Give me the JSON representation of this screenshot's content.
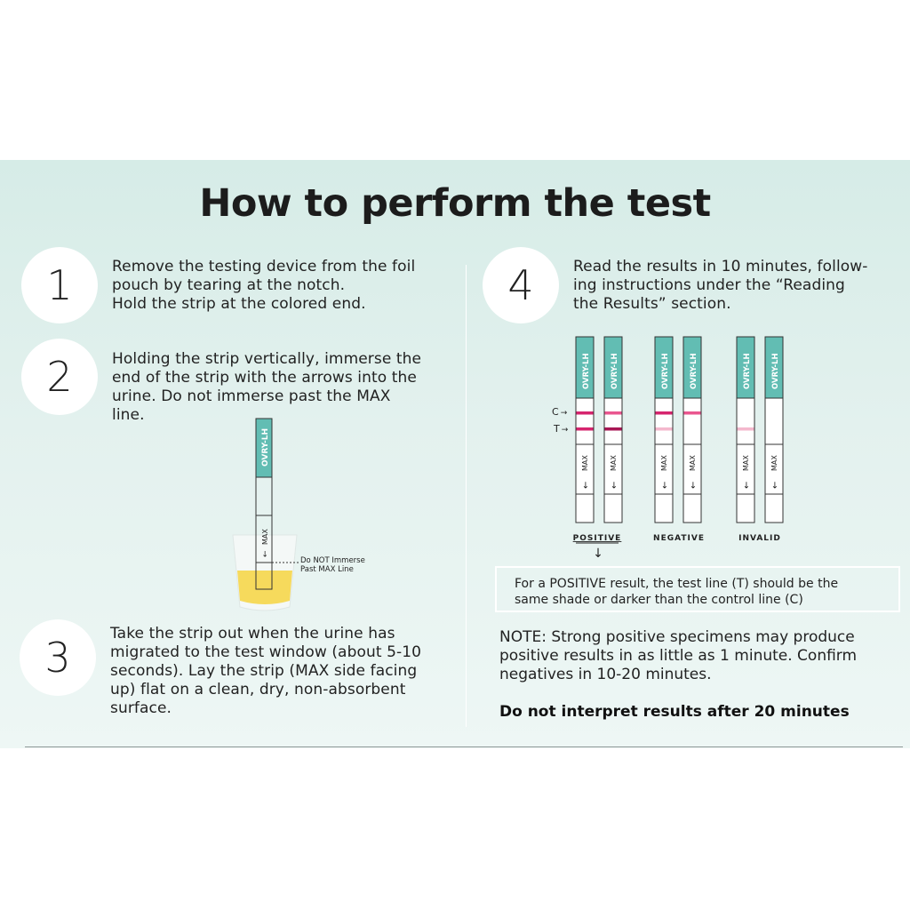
{
  "title": "How to perform the test",
  "steps": [
    {
      "number": "1",
      "lines": [
        "Remove the testing device from the foil",
        "pouch by tearing at the notch.",
        "Hold the strip at the colored end."
      ]
    },
    {
      "number": "2",
      "lines": [
        "Holding the strip vertically, immerse the",
        "end of the strip with the arrows into the",
        "urine. Do not immerse past the MAX",
        "line."
      ]
    },
    {
      "number": "3",
      "lines": [
        "Take the strip out when the urine has",
        "migrated to the test window (about 5-10",
        "seconds). Lay the strip (MAX side facing",
        "up) flat on a clean, dry, non-absorbent",
        "surface."
      ]
    },
    {
      "number": "4",
      "lines": [
        "Read the results in 10 minutes, follow-",
        "ing instructions under the “Reading",
        "the Results” section."
      ]
    }
  ],
  "strip": {
    "brand": "OVRY-LH",
    "max_label": "MAX",
    "arrow": "←",
    "control_marker": "C",
    "test_marker": "T",
    "marker_arrow": "→"
  },
  "immerse_callout": [
    "Do NOT Immerse",
    "Past MAX Line"
  ],
  "results": {
    "positive": "POSITIVE",
    "negative": "NEGATIVE",
    "invalid": "INVALID",
    "down_arrow": "↓"
  },
  "positive_note": [
    "For a POSITIVE result, the test line (T) should be the",
    "same shade or darker than the control line (C)"
  ],
  "note": [
    "NOTE: Strong positive specimens may produce",
    "positive results in as little as 1 minute. Confirm",
    "negatives in 10-20 minutes."
  ],
  "warning": "Do not interpret results after 20 minutes",
  "colors": {
    "strip_teal": "#62bdb3",
    "line_strong": "#d6246e",
    "line_dark": "#a81654",
    "line_medium": "#e9568f",
    "line_faint": "#f4b8cd",
    "urine": "#f6da5c"
  }
}
